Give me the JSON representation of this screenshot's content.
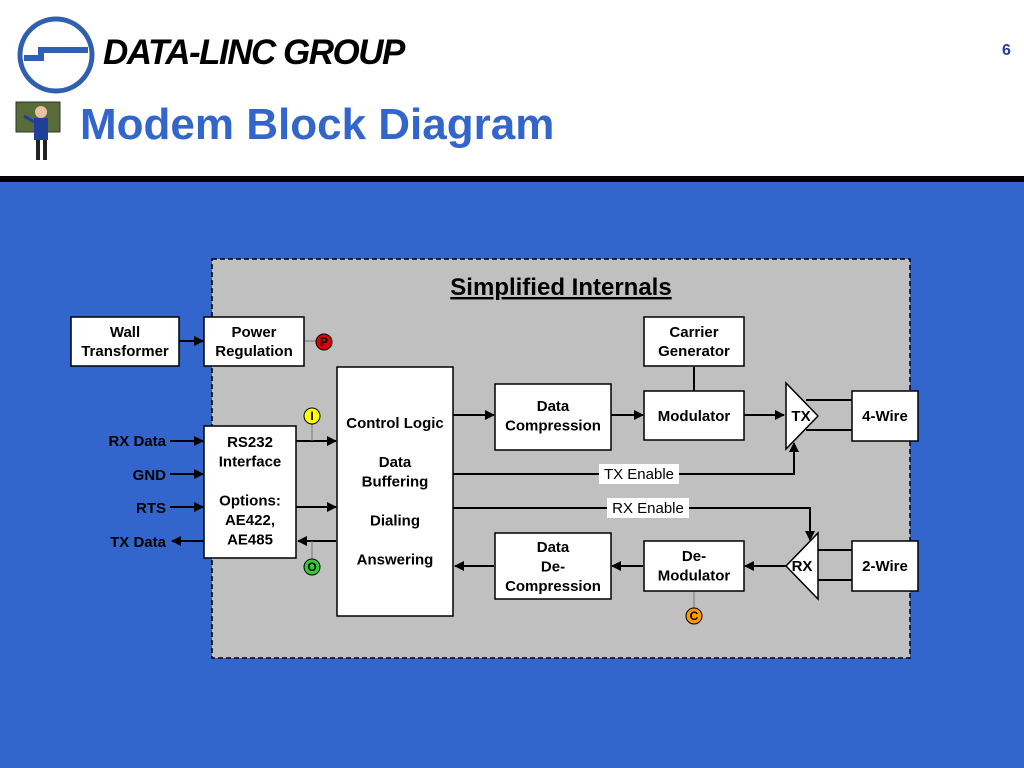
{
  "header": {
    "logo_text": "DATA-LINC GROUP",
    "title": "Modem Block Diagram",
    "page_number": "6"
  },
  "diagram": {
    "panel_title": "Simplified Internals",
    "blocks": {
      "wall_transformer": [
        "Wall",
        "Transformer"
      ],
      "power_regulation": [
        "Power",
        "Regulation"
      ],
      "carrier_generator": [
        "Carrier",
        "Generator"
      ],
      "rs232_interface": [
        "RS232",
        "Interface",
        "",
        "Options:",
        "AE422,",
        "AE485"
      ],
      "control_logic": [
        "Control Logic",
        "",
        "Data",
        "Buffering",
        "",
        "Dialing",
        "",
        "Answering"
      ],
      "data_compression": [
        "Data",
        "Compression"
      ],
      "data_decompression": [
        "Data",
        "De-",
        "Compression"
      ],
      "modulator": [
        "Modulator"
      ],
      "demodulator": [
        "De-",
        "Modulator"
      ],
      "four_wire": [
        "4-Wire"
      ],
      "two_wire": [
        "2-Wire"
      ]
    },
    "amplifiers": {
      "tx": "TX",
      "rx": "RX"
    },
    "signals": {
      "rx_data": "RX Data",
      "gnd": "GND",
      "rts": "RTS",
      "tx_data": "TX Data"
    },
    "enables": {
      "tx_enable": "TX Enable",
      "rx_enable": "RX Enable"
    },
    "leds": [
      {
        "label": "P",
        "color": "#DD0000"
      },
      {
        "label": "I",
        "color": "#FFFF00"
      },
      {
        "label": "O",
        "color": "#33CC33"
      },
      {
        "label": "C",
        "color": "#FF9900"
      }
    ]
  },
  "colors": {
    "background": "#3366CC",
    "title": "#3366CC",
    "panel": "#C0C0C0"
  }
}
